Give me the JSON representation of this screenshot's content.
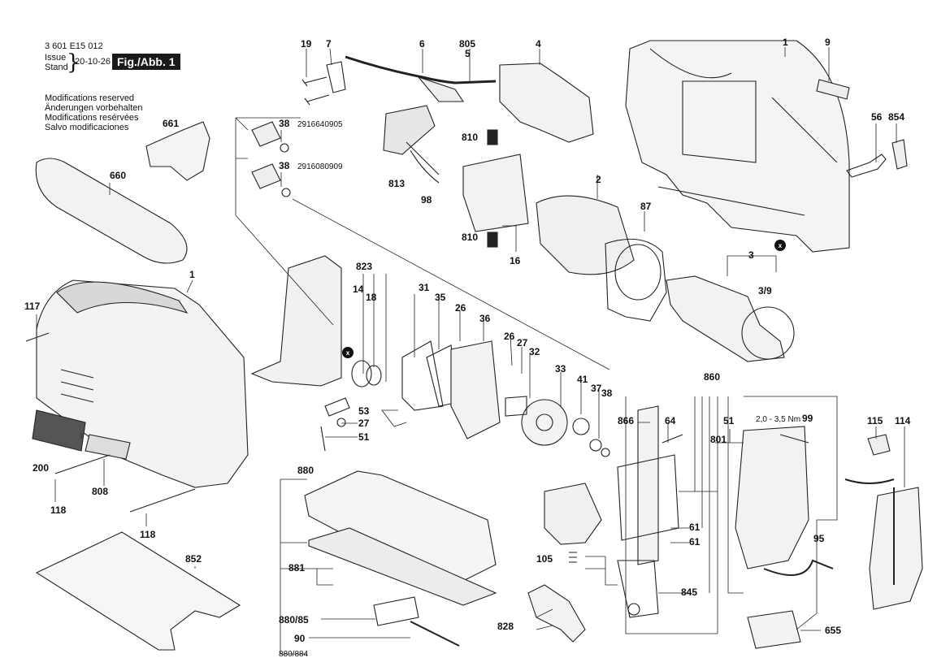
{
  "header": {
    "doc_number": "3 601 E15 012",
    "issue_label": "Issue",
    "stand_label": "Stand",
    "date": "20-10-26",
    "figure": "Fig./Abb. 1",
    "notes": [
      "Modifications reserved",
      "Änderungen vorbehalten",
      "Modifications resérvées",
      "Salvo modificaciones"
    ]
  },
  "part_labels": [
    "19",
    "7",
    "6",
    "805",
    "5",
    "4",
    "1",
    "9",
    "661",
    "38",
    "2916640905",
    "38",
    "2916080909",
    "810",
    "813",
    "98",
    "2",
    "810",
    "16",
    "87",
    "56",
    "854",
    "660",
    "823",
    "14",
    "18",
    "31",
    "35",
    "26",
    "36",
    "3",
    "3/9",
    "1",
    "117",
    "26",
    "27",
    "32",
    "33",
    "41",
    "37",
    "38",
    "53",
    "27",
    "51",
    "860",
    "866",
    "64",
    "51",
    "2,0 - 3,5 Nm",
    "99",
    "115",
    "114",
    "801",
    "200",
    "808",
    "118",
    "118",
    "880",
    "61",
    "61",
    "95",
    "852",
    "881",
    "105",
    "845",
    "880/85",
    "828",
    "90",
    "655",
    "880/884"
  ],
  "callout_markers": [
    "x",
    "x"
  ]
}
